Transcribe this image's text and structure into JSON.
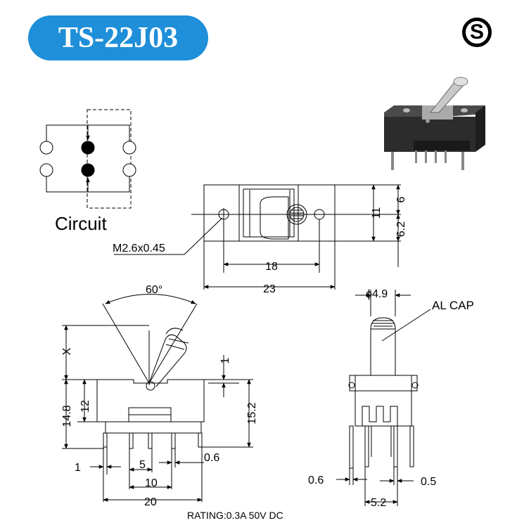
{
  "header": {
    "model": "TS-22J03"
  },
  "logo": {
    "letter": "S"
  },
  "circuit": {
    "label": "Circuit"
  },
  "top_view": {
    "thread_label": "M2.6x0.45",
    "dim_6": "6",
    "dim_11": "11",
    "dim_6_2": "6.2",
    "dim_18": "18",
    "dim_23": "23"
  },
  "front_view": {
    "angle": "60°",
    "dim_x": "X",
    "dim_1_top": "1",
    "dim_14_8": "14.8",
    "dim_12": "12",
    "dim_15_2": "15.2",
    "dim_1_bottom": "1",
    "dim_5": "5",
    "dim_0_6": "0.6",
    "dim_10": "10",
    "dim_20": "20"
  },
  "side_view": {
    "dim_phi": "ϕ4.9",
    "cap_label": "AL CAP",
    "dim_0_6": "0.6",
    "dim_0_5": "0.5",
    "dim_5_2": "5.2"
  },
  "rating": "RATING:0.3A 50V DC"
}
